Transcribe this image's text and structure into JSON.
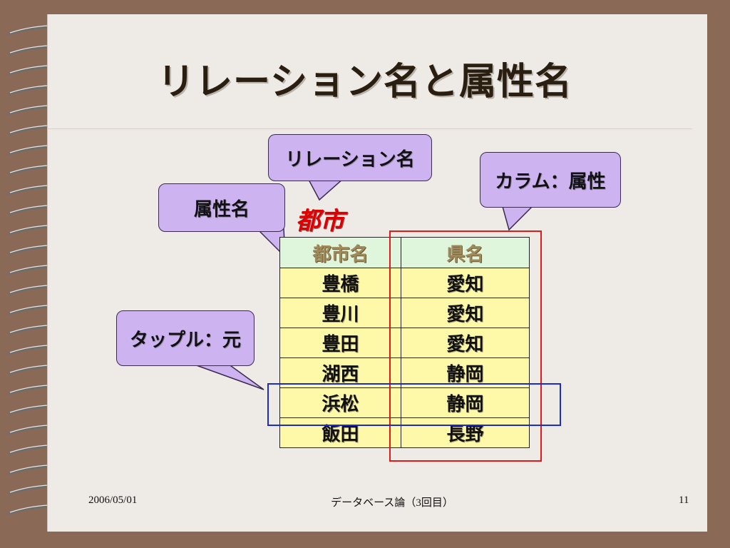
{
  "slide": {
    "title": "リレーション名と属性名",
    "relation_label": "都市",
    "callouts": {
      "relation_name": "リレーション名",
      "attribute_name": "属性名",
      "column_attribute": "カラム：属性",
      "tuple_element": "タップル：元"
    },
    "table": {
      "headers": [
        "都市名",
        "県名"
      ],
      "rows": [
        [
          "豊橋",
          "愛知"
        ],
        [
          "豊川",
          "愛知"
        ],
        [
          "豊田",
          "愛知"
        ],
        [
          "湖西",
          "静岡"
        ],
        [
          "浜松",
          "静岡"
        ],
        [
          "飯田",
          "長野"
        ]
      ]
    },
    "footer": {
      "date": "2006/05/01",
      "center": "データベース論（3回目）",
      "page": "11"
    }
  },
  "colors": {
    "callout_fill": "#cdb3ef",
    "header_fill": "#dff5dc",
    "cell_fill": "#fdf9a8",
    "column_highlight": "#e21a1a",
    "row_highlight": "#1a2ad6"
  }
}
